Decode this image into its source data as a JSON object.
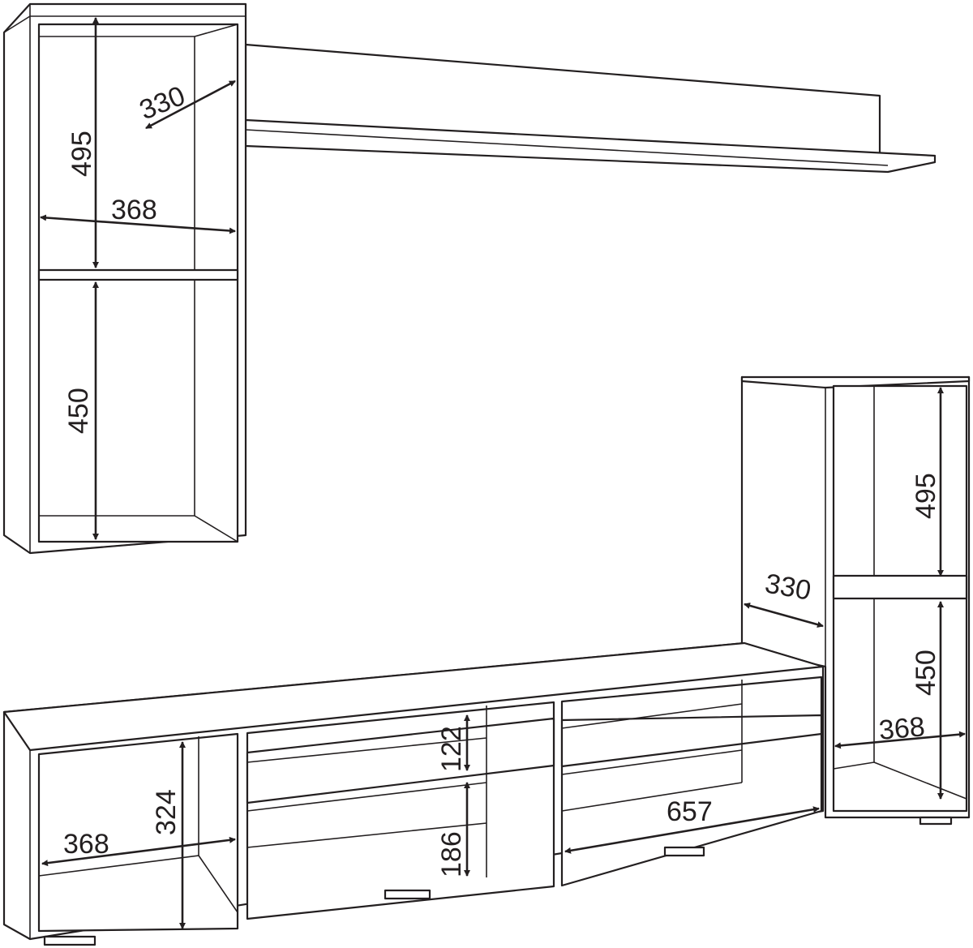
{
  "drawing": {
    "wall_cabinet": {
      "height_upper": "495",
      "depth": "330",
      "width": "368",
      "height_lower": "450"
    },
    "tall_cabinet": {
      "depth": "330",
      "height_upper": "495",
      "height_lower": "450",
      "width": "368"
    },
    "tv_stand": {
      "height_upper_shelf": "122",
      "height_lower_shelf": "186",
      "left_height": "324",
      "left_width": "368",
      "right_width": "657"
    }
  },
  "colors": {
    "line": "#231f20",
    "background": "#ffffff"
  }
}
